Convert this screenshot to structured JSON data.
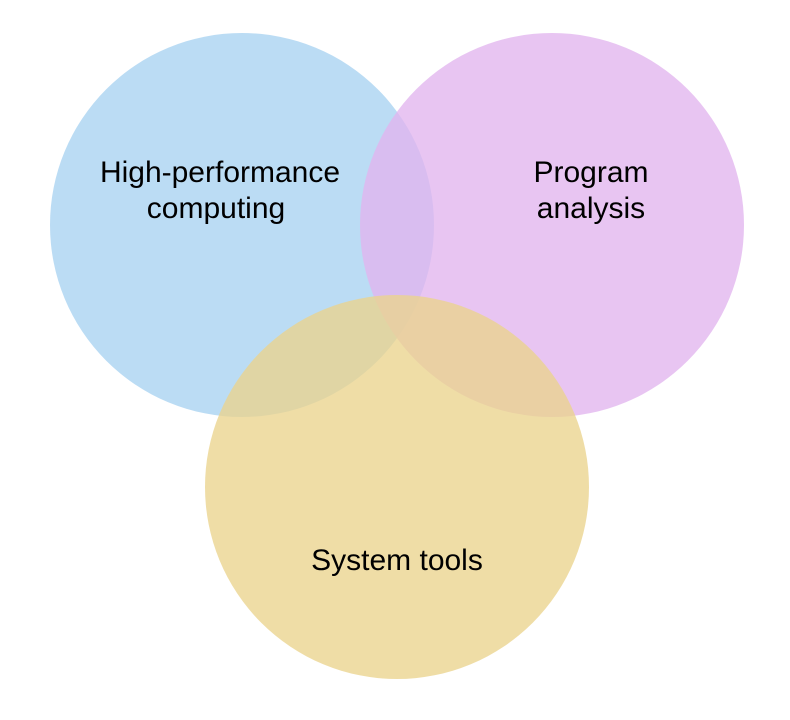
{
  "diagram": {
    "type": "venn",
    "sets": [
      {
        "id": "hpc",
        "label_lines": [
          "High-performance",
          "computing"
        ],
        "color": "#a8d2f1"
      },
      {
        "id": "program-analysis",
        "label_lines": [
          "Program",
          "analysis"
        ],
        "color": "#e1b5ee"
      },
      {
        "id": "system-tools",
        "label_lines": [
          "System tools"
        ],
        "color": "#ebd48d"
      }
    ],
    "background": "#ffffff"
  }
}
